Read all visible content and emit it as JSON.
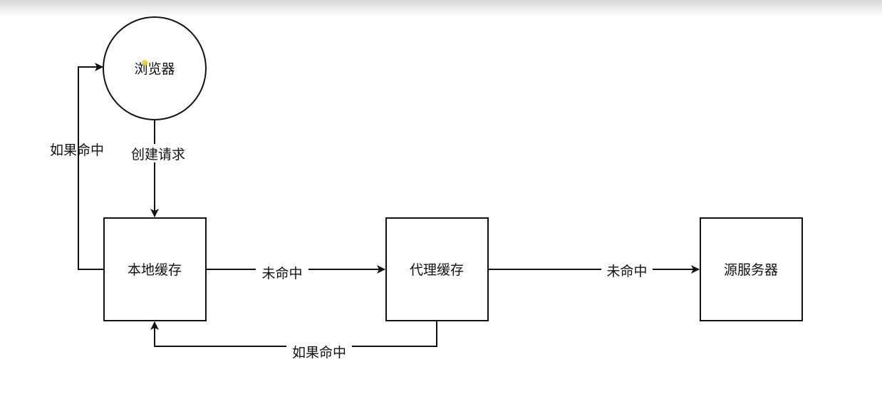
{
  "nodes": {
    "browser": {
      "label": "浏览器"
    },
    "local_cache": {
      "label": "本地缓存"
    },
    "proxy_cache": {
      "label": "代理缓存"
    },
    "origin_server": {
      "label": "源服务器"
    }
  },
  "edges": {
    "create_request": {
      "label": "创建请求"
    },
    "local_hit": {
      "label": "如果命中"
    },
    "local_miss": {
      "label": "未命中"
    },
    "proxy_miss": {
      "label": "未命中"
    },
    "proxy_hit": {
      "label": "如果命中"
    }
  },
  "colors": {
    "stroke": "#111111",
    "fill": "#ffffff",
    "cursor": "#f2d21b"
  }
}
